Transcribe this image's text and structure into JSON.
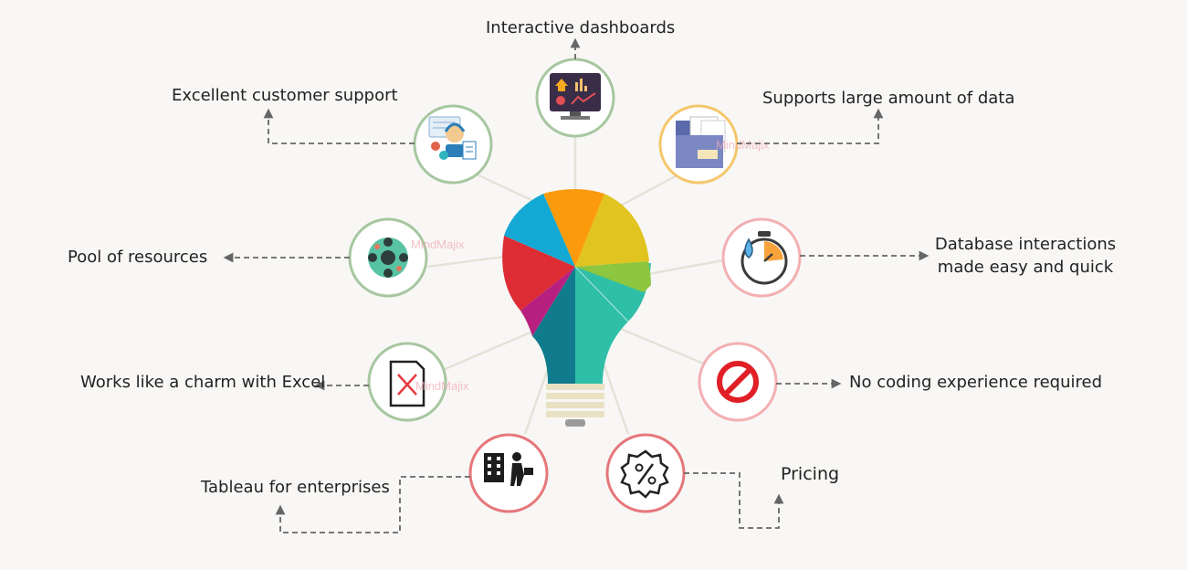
{
  "labels": {
    "interactive_dashboards": "Interactive dashboards",
    "customer_support": "Excellent customer support",
    "large_data": "Supports large amount of data",
    "pool_resources": "Pool of resources",
    "database_line1": "Database interactions",
    "database_line2": "made easy and quick",
    "excel": "Works like a charm with Excel",
    "no_coding": "No coding experience required",
    "enterprises": "Tableau for enterprises",
    "pricing": "Pricing"
  },
  "watermark": "MindMajix",
  "colors": {
    "green_ring": "#a7c7a0",
    "orange_ring": "#f5c76c",
    "red_ring": "#e6777a",
    "pink_ring": "#f3b0b2",
    "arrow": "#666666"
  }
}
